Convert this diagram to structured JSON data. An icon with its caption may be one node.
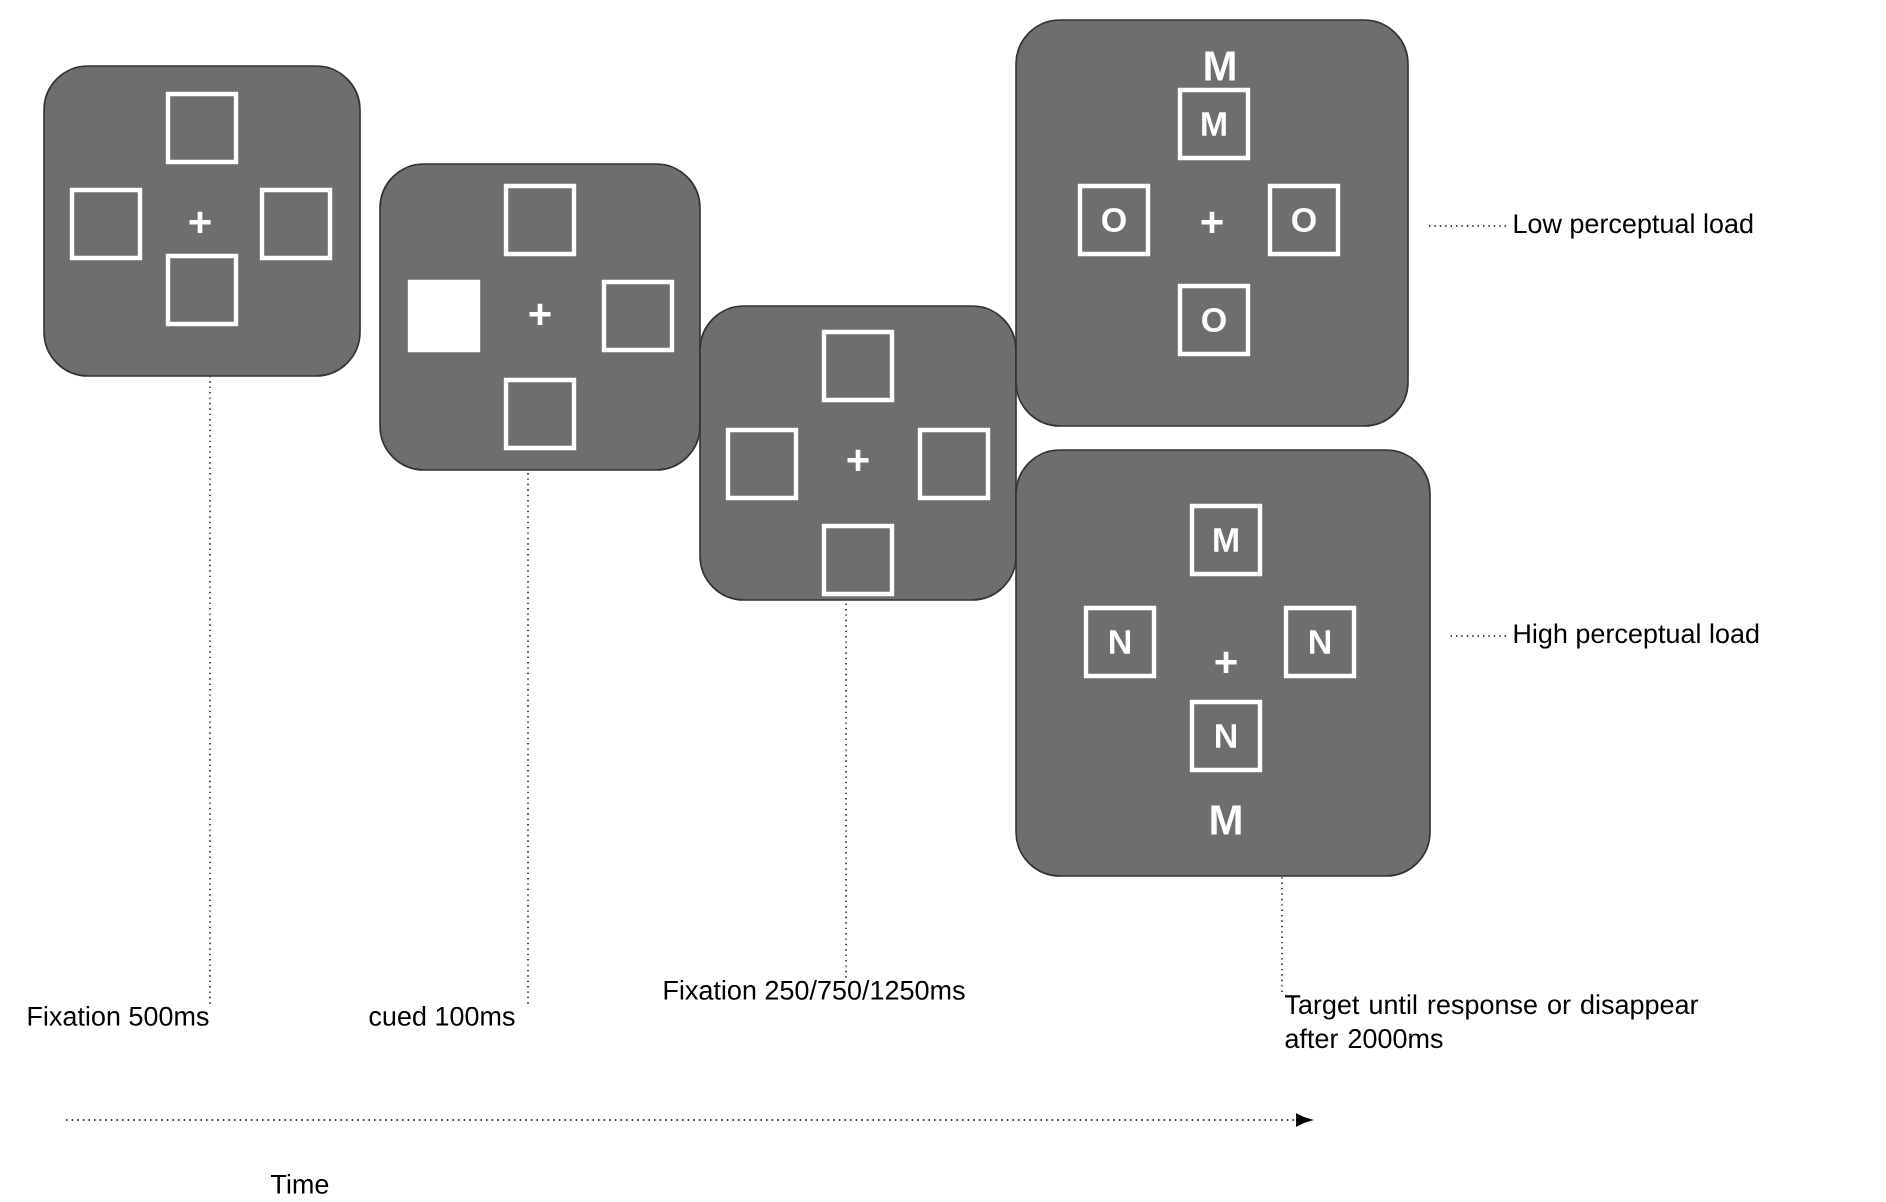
{
  "diagram": {
    "nodes": [
      {
        "text": [
          "+"
        ]
      },
      {
        "text": [],
        "shape": "box",
        "in": 0
      },
      {
        "text": [],
        "shape": "box",
        "in": 0
      },
      {
        "text": [],
        "shape": "box",
        "in": 0
      },
      {
        "text": [],
        "shape": "box",
        "in": 0
      },
      {
        "text": [
          "+"
        ]
      },
      {
        "text": [],
        "shape": "box",
        "in": 5
      },
      {
        "text": [],
        "shape": "block",
        "in": 5
      },
      {
        "text": [],
        "shape": "box",
        "in": 5
      },
      {
        "text": [],
        "shape": "box",
        "in": 5
      },
      {
        "text": [
          "+"
        ]
      },
      {
        "text": [],
        "shape": "box",
        "in": 10
      },
      {
        "text": [],
        "shape": "box",
        "in": 10
      },
      {
        "text": [],
        "shape": "box",
        "in": 10
      },
      {
        "text": [],
        "shape": "box",
        "in": 10
      },
      {
        "text": [
          "M",
          "+"
        ]
      },
      {
        "text": [
          "M"
        ],
        "in": 15
      },
      {
        "text": [
          "O"
        ],
        "in": 15
      },
      {
        "text": [
          "O"
        ],
        "in": 15
      },
      {
        "text": [
          "O"
        ],
        "in": 15
      },
      {
        "text": [
          "+",
          "M"
        ]
      },
      {
        "text": [
          "M"
        ],
        "in": 20
      },
      {
        "text": [
          "N"
        ],
        "in": 20
      },
      {
        "text": [
          "N"
        ],
        "in": 20
      },
      {
        "text": [
          "N"
        ],
        "in": 20
      },
      {
        "text": [
          "Low perceptual load"
        ]
      },
      {
        "text": [
          "High perceptual load"
        ]
      },
      {
        "text": [
          "Fixation 500ms"
        ]
      },
      {
        "text": [
          "cued 100ms"
        ]
      },
      {
        "text": [
          "Fixation 250/750/1250ms"
        ]
      },
      {
        "text": [
          "Target until response or disappear after 2000ms"
        ]
      }
    ],
    "edges": [
      {
        "from": 25,
        "to": 15,
        "arrow": "none"
      },
      {
        "from": 26,
        "to": 20,
        "arrow": "none"
      },
      {
        "from": 27,
        "to": 0,
        "arrow": "none"
      },
      {
        "from": 28,
        "to": 5,
        "arrow": "none"
      },
      {
        "from": 29,
        "to": 10,
        "arrow": "none"
      },
      {
        "from": 30,
        "to": 20,
        "arrow": "none"
      }
    ],
    "labels": [
      "Time"
    ]
  }
}
